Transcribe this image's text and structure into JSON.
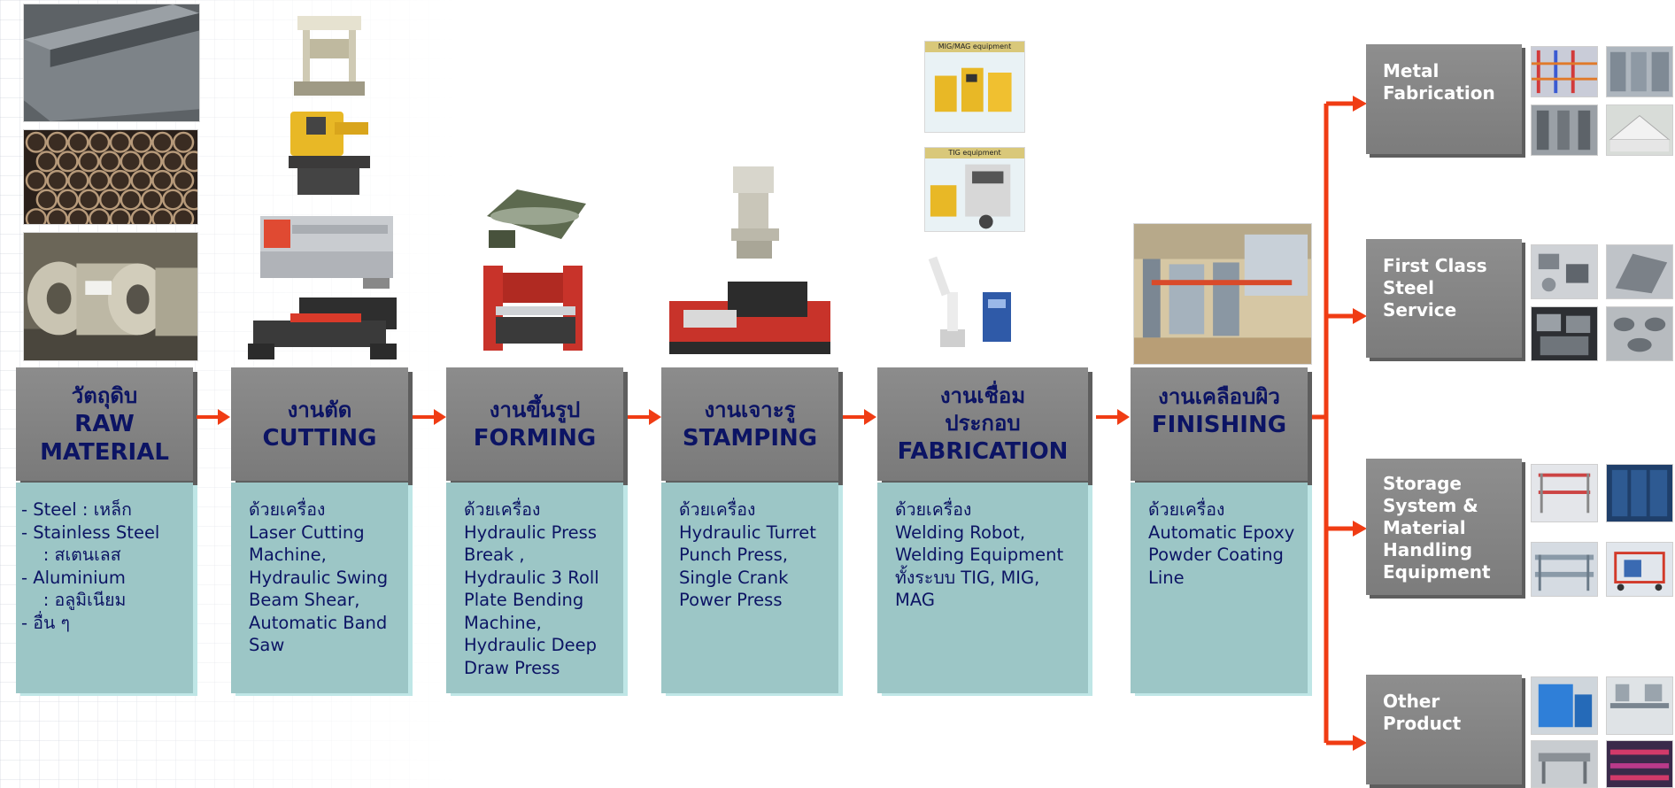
{
  "stages": [
    {
      "th_title": "วัตถุดิบ",
      "en_lines": [
        "RAW",
        "MATERIAL"
      ],
      "body": [
        "-  Steel : เหล็ก",
        "-  Stainless Steel",
        "    : สเตนเลส",
        "-  Aluminium",
        "    : อลูมิเนียม",
        "-  อื่น ๆ"
      ]
    },
    {
      "th_title": "งานตัด",
      "en_lines": [
        "CUTTING"
      ],
      "body": [
        "ด้วยเครื่อง",
        "Laser Cutting",
        "Machine,",
        "Hydraulic Swing",
        "Beam Shear,",
        "Automatic Band",
        "Saw"
      ]
    },
    {
      "th_title": "งานขึ้นรูป",
      "en_lines": [
        "FORMING"
      ],
      "body": [
        "ด้วยเครื่อง",
        "Hydraulic Press",
        "Break ,",
        "Hydraulic 3 Roll",
        "Plate Bending",
        "Machine,",
        "Hydraulic Deep",
        "Draw Press"
      ]
    },
    {
      "th_title": "งานเจาะรู",
      "en_lines": [
        "STAMPING"
      ],
      "body": [
        "ด้วยเครื่อง",
        "Hydraulic Turret",
        "Punch Press,",
        "Single Crank",
        "Power Press"
      ]
    },
    {
      "th_title": "งานเชื่อม",
      "th_title2": "ประกอบ",
      "en_lines": [
        "FABRICATION"
      ],
      "body": [
        "ด้วยเครื่อง",
        "Welding Robot,",
        "Welding Equipment",
        "ทั้งระบบ TIG, MIG,",
        "MAG"
      ]
    },
    {
      "th_title": "งานเคลือบผิว",
      "en_lines": [
        "FINISHING"
      ],
      "body": [
        "ด้วยเครื่อง",
        "Automatic Epoxy",
        "Powder Coating",
        "Line"
      ]
    }
  ],
  "outputs": [
    {
      "lines": [
        "Metal",
        "Fabrication"
      ]
    },
    {
      "lines": [
        "First Class",
        "Steel",
        "Service"
      ]
    },
    {
      "lines": [
        "Storage",
        "System &",
        "Material",
        "Handling",
        "Equipment"
      ]
    },
    {
      "lines": [
        "Other",
        "Product"
      ]
    }
  ],
  "photo_labels": {
    "mig_mag": "MIG/MAG equipment",
    "tig": "TIG  equipment"
  },
  "colors": {
    "arrow": "#f03c14",
    "stage_header": "#808080",
    "stage_body": "#9cc6c6",
    "stage_text": "#0c1464",
    "output_text": "#ffffff"
  }
}
